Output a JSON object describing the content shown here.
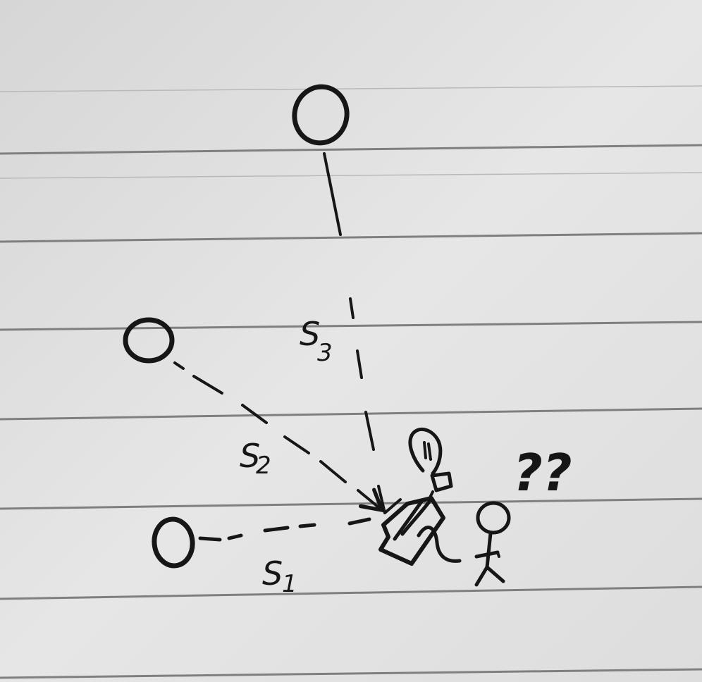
{
  "diagram": {
    "labels": {
      "s1": {
        "letter": "S",
        "subscript": "1"
      },
      "s2": {
        "letter": "S",
        "subscript": "2"
      },
      "s3": {
        "letter": "S",
        "subscript": "3"
      },
      "question": "??"
    },
    "nodes": [
      {
        "id": "source-top",
        "shape": "circle"
      },
      {
        "id": "source-middle",
        "shape": "circle"
      },
      {
        "id": "source-left",
        "shape": "circle"
      },
      {
        "id": "device",
        "shape": "rectangle"
      },
      {
        "id": "bulb",
        "shape": "light-bulb-icon"
      },
      {
        "id": "person",
        "shape": "stick-figure-icon"
      }
    ],
    "edges": [
      {
        "from": "source-left",
        "to": "device",
        "label": "s1",
        "style": "dashed"
      },
      {
        "from": "source-middle",
        "to": "device",
        "label": "s2",
        "style": "dashed-arrow"
      },
      {
        "from": "source-top",
        "to": "device",
        "label": "s3",
        "style": "solid-then-dashed-arrow"
      }
    ],
    "colors": {
      "paper": "#e4e4e4",
      "rule": "#7f7f7f",
      "ink": "#161616"
    }
  }
}
